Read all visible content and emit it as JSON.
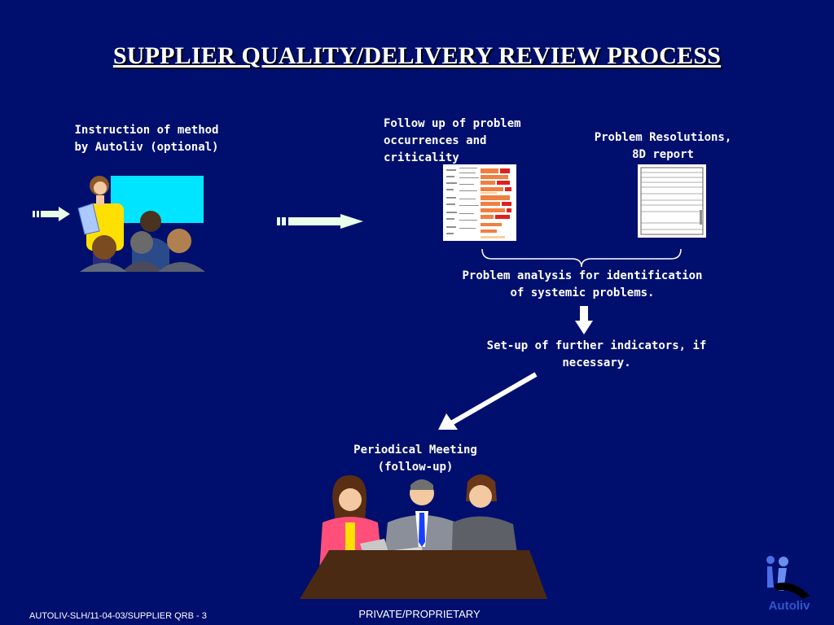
{
  "title": "SUPPLIER QUALITY/DELIVERY REVIEW PROCESS",
  "steps": {
    "instruction": {
      "line1": "Instruction of method",
      "line2": "by Autoliv (optional)"
    },
    "followup": {
      "line1": "Follow up of problem",
      "line2": "occurrences and",
      "line3": "criticality"
    },
    "resolutions": {
      "line1": "Problem Resolutions,",
      "line2": "8D report"
    },
    "analysis": {
      "line1": "Problem analysis for identification",
      "line2": "of systemic problems."
    },
    "setup": {
      "line1": "Set-up of further indicators, if",
      "line2": "necessary."
    },
    "meeting": {
      "line1": "Periodical Meeting",
      "line2": "(follow-up)"
    }
  },
  "footer": {
    "left": "AUTOLIV-SLH/11-04-03/SUPPLIER QRB - 3",
    "center": "PRIVATE/PROPRIETARY"
  },
  "logo": {
    "text": "Autoliv"
  },
  "colors": {
    "background": "#000f6e",
    "screen": "#00e5ff",
    "arrow": "#e9ffe9",
    "table": "#000000"
  }
}
